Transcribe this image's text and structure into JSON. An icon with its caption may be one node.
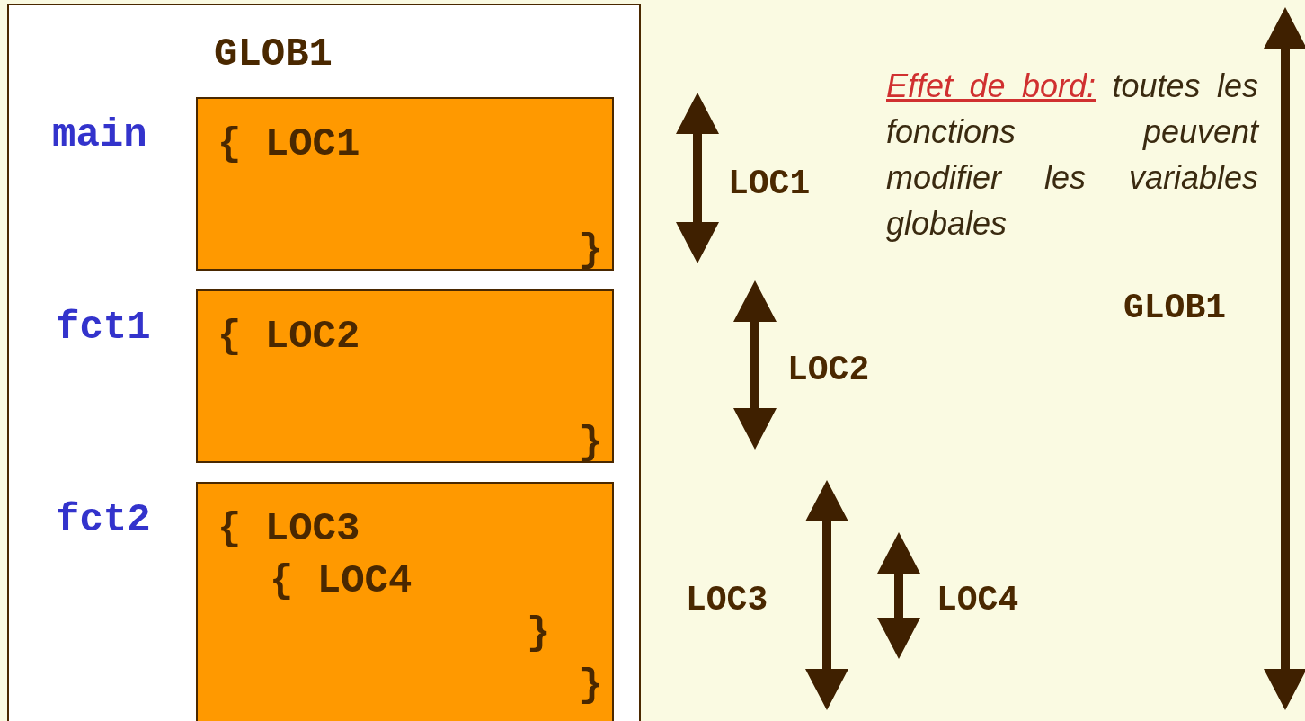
{
  "diagram": {
    "nodes": [
      {
        "text": [
          "GLOB1"
        ]
      },
      {
        "text": [
          "{ LOC1",
          "}"
        ],
        "in": 0,
        "beside": [
          "main"
        ]
      },
      {
        "text": [
          "{ LOC2",
          "}"
        ],
        "in": 0,
        "beside": [
          "fct1"
        ]
      },
      {
        "text": [
          "{ LOC3",
          "{ LOC4",
          "}",
          "}"
        ],
        "in": 0,
        "beside": [
          "fct2"
        ]
      }
    ],
    "labels": [
      "Effet de bord:",
      "toutes les fonctions peuvent modifier les variables globales",
      "LOC1",
      "GLOB1",
      "LOC2",
      "LOC3",
      "LOC4"
    ]
  }
}
